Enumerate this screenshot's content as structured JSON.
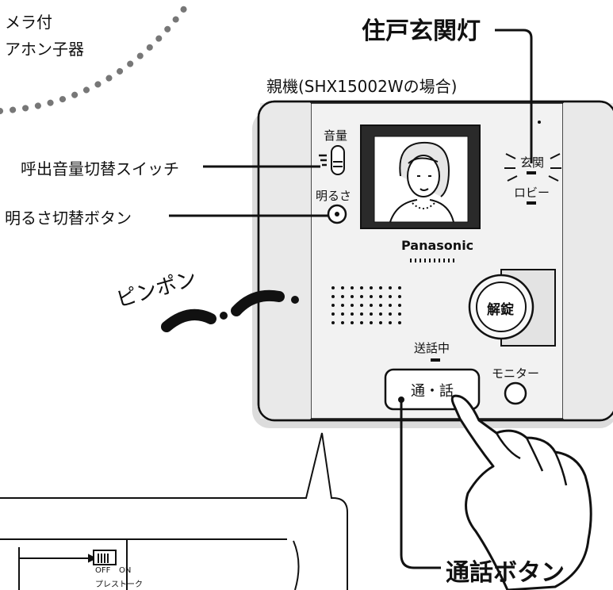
{
  "camera_label_line1": "メラ付",
  "camera_label_line2": "アホン子器",
  "entrance_light_label": "住戸玄関灯",
  "unit_title": "親機(SHX15002Wの場合)",
  "volume_switch_label": "呼出音量切替スイッチ",
  "brightness_button_label": "明るさ切替ボタン",
  "ring_sound": "ピンポン",
  "talk_button_callout": "通話ボタン",
  "device": {
    "volume_label": "音量",
    "brightness_label": "明るさ",
    "entrance_indicator": "玄関",
    "lobby_indicator": "ロビー",
    "brand": "Panasonic",
    "unlock_button": "解錠",
    "talking_label": "送話中",
    "monitor_label": "モニター",
    "talk_button": "通・話"
  },
  "inset": {
    "switch_off": "OFF",
    "switch_on": "ON",
    "switch_caption": "プレストーク"
  },
  "colors": {
    "line": "#111111",
    "panel_shadow": "#d9d9d9",
    "panel_face": "#f7f7f7",
    "dotted_curve": "#777777"
  }
}
